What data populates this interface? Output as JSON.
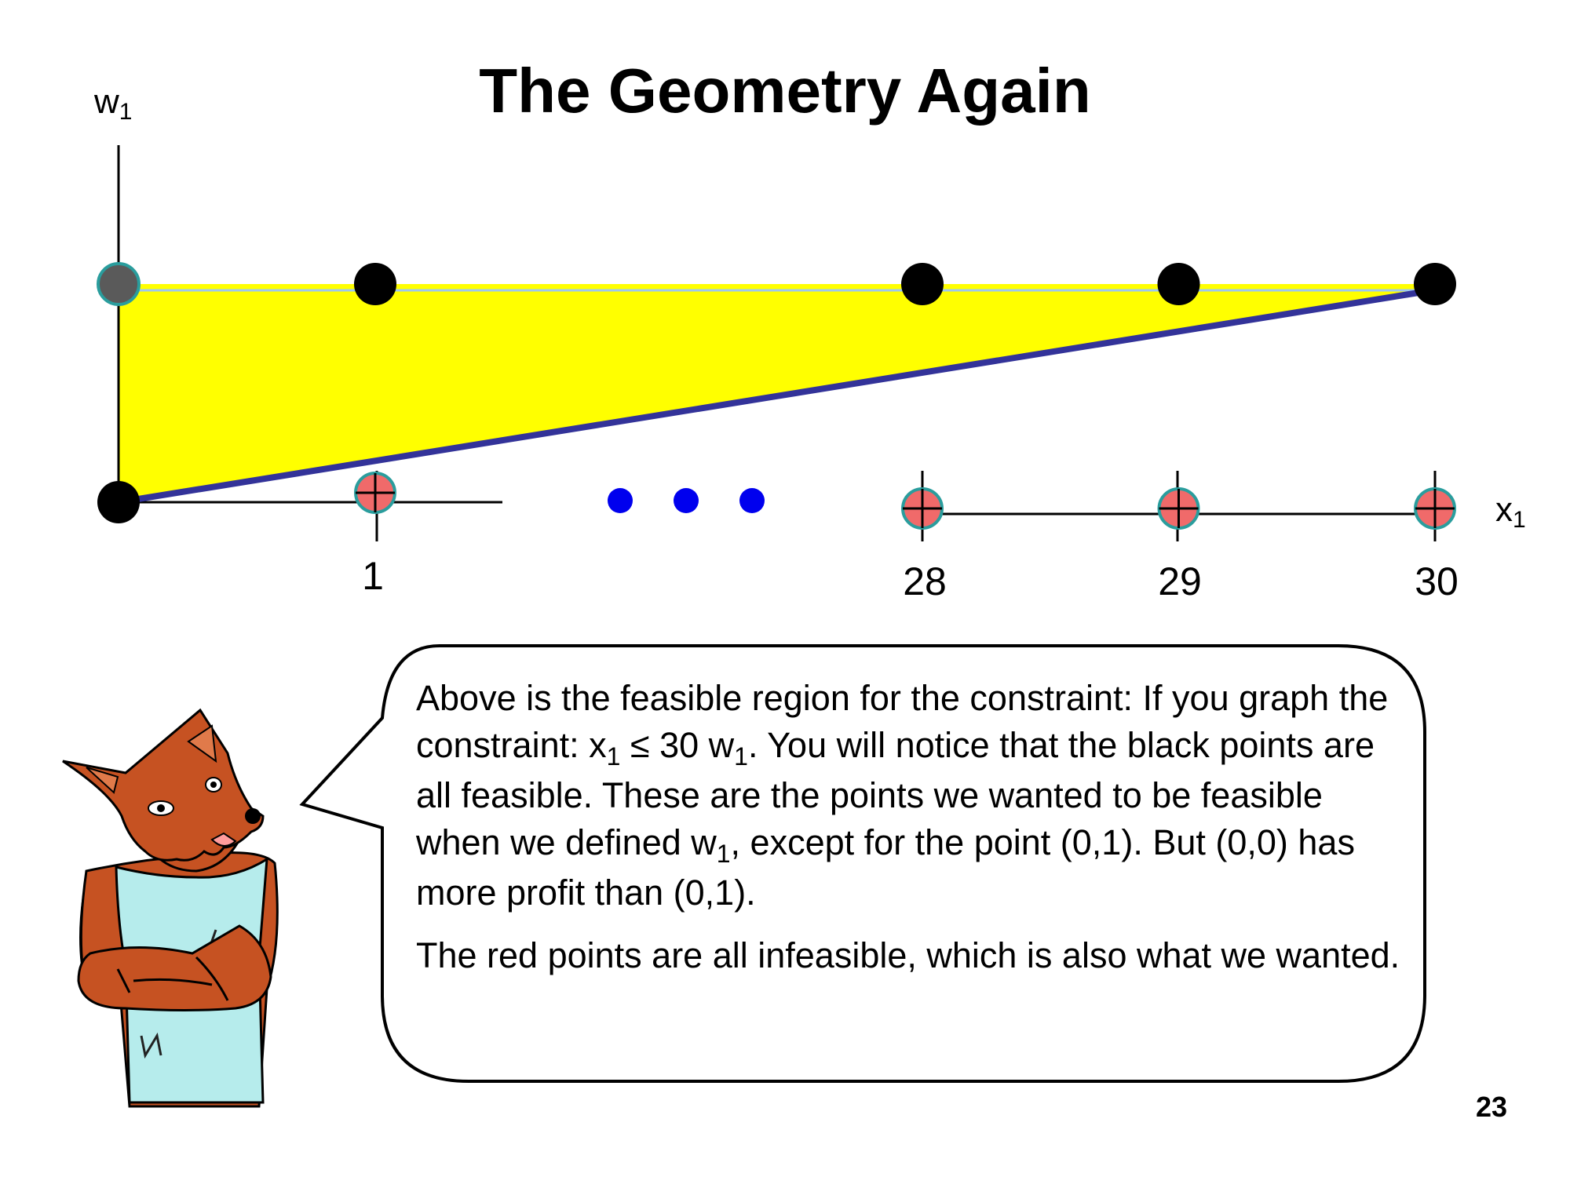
{
  "slide": {
    "title": "The Geometry Again",
    "page_number": "23"
  },
  "axes": {
    "y_label_main": "w",
    "y_label_sub": "1",
    "x_label_main": "x",
    "x_label_sub": "1"
  },
  "ticks": [
    "1",
    "28",
    "29",
    "30"
  ],
  "ellipsis": "• • •",
  "colors": {
    "feasible_region": "#ffff00",
    "constraint_line": "#333399",
    "feasible_point": "#000000",
    "infeasible_point": "#f06a6a",
    "point_outline": "#2a9d9d",
    "ellipsis_dots": "#0000ee"
  },
  "chart_data": {
    "type": "scatter",
    "xlabel": "x1",
    "ylabel": "w1",
    "constraint": "x1 ≤ 30 w1",
    "x_ticks": [
      1,
      28,
      29,
      30
    ],
    "feasible_region": [
      [
        0,
        0
      ],
      [
        0,
        1
      ],
      [
        30,
        1
      ]
    ],
    "series": [
      {
        "name": "black points",
        "points": [
          [
            0,
            0
          ],
          [
            1,
            1
          ],
          [
            28,
            1
          ],
          [
            29,
            1
          ],
          [
            30,
            1
          ]
        ]
      },
      {
        "name": "red points",
        "points": [
          [
            1,
            0
          ],
          [
            28,
            0
          ],
          [
            29,
            0
          ],
          [
            30,
            0
          ]
        ]
      }
    ],
    "special_point": [
      0,
      1
    ],
    "x_visible": [
      0,
      1,
      28,
      29,
      30
    ],
    "ylim": [
      0,
      1
    ]
  },
  "bubble": {
    "line1a": "Above is the feasible region for the constraint:  If you graph the constraint: x",
    "line1b": " ≤ 30 w",
    "line1c": ".  You will notice that the black points are all feasible.  These are the points we wanted to be feasible when we defined w",
    "line1d": ", except for the point (0,1).  But (0,0) has more profit than  (0,1).",
    "sub": "1",
    "para2": "The red points are all infeasible, which is also what we wanted."
  }
}
